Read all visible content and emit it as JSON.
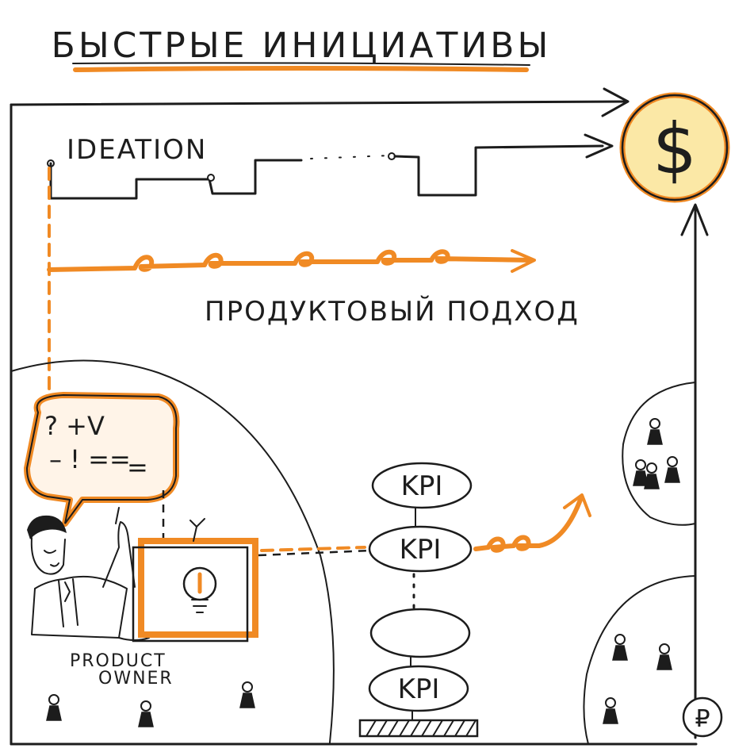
{
  "title": "БЫСТРЫЕ ИНИЦИАТИВЫ",
  "ideation_label": "IDEATION",
  "product_approach_label": "ПРОДУКТОВЫЙ ПОДХОД",
  "speech_bubble": {
    "line1": "? +V",
    "line2": "– ! ==",
    "line3": "="
  },
  "product_owner": {
    "line1": "PRODUCT",
    "line2": "OWNER"
  },
  "kpi_nodes": [
    "KPI",
    "KPI",
    "",
    "KPI"
  ],
  "dollar_symbol": "$",
  "ruble_symbol": "₽",
  "colors": {
    "accent": "#f08a24",
    "coin_fill": "#fbe8a6",
    "ink": "#1c1c1c"
  },
  "icons": [
    "dollar-coin-icon",
    "ruble-coin-icon",
    "lightbulb-icon",
    "person-icon"
  ]
}
